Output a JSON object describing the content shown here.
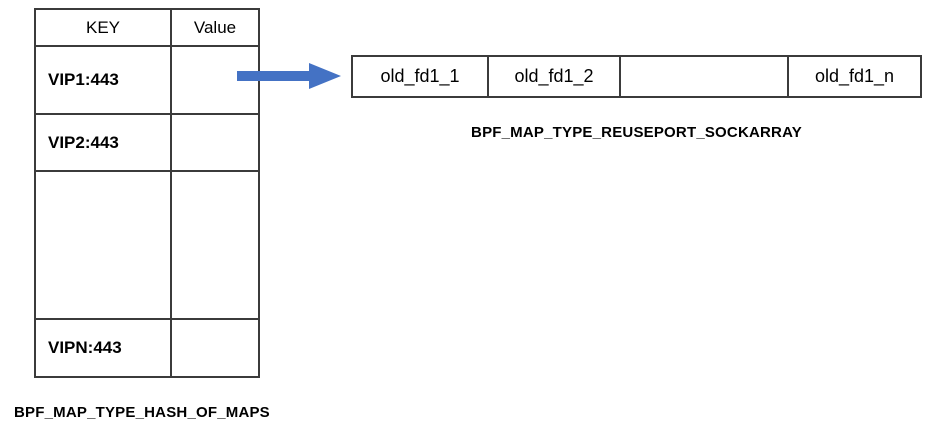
{
  "diagram": {
    "accent_color": "#4472C4",
    "border_color": "#3b3b3b",
    "background_color": "#ffffff"
  },
  "hash_map": {
    "caption": "BPF_MAP_TYPE_HASH_OF_MAPS",
    "columns": [
      "KEY",
      "Value"
    ],
    "rows": [
      {
        "key": "VIP1:443",
        "value": ""
      },
      {
        "key": "VIP2:443",
        "value": ""
      },
      {
        "key": "",
        "value": ""
      },
      {
        "key": "VIPN:443",
        "value": ""
      }
    ]
  },
  "arrow": {
    "name": "points-to-arrow",
    "color": "#4472C4",
    "direction": "right"
  },
  "sock_array": {
    "caption": "BPF_MAP_TYPE_REUSEPORT_SOCKARRAY",
    "cells": [
      "old_fd1_1",
      "old_fd1_2",
      "",
      "old_fd1_n"
    ]
  }
}
